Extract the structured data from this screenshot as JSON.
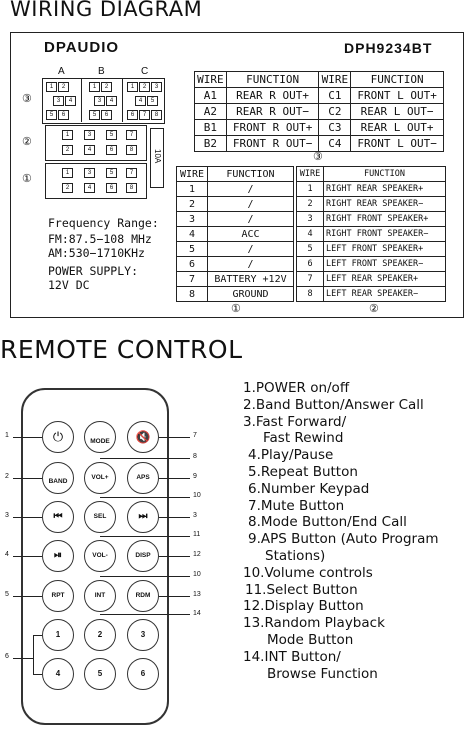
{
  "wiring": {
    "title": "WIRING DIAGRAM",
    "brand": "DPAUDIO",
    "model": "DPH9234BT",
    "connector_labels": {
      "a": "A",
      "b": "B",
      "c": "C",
      "fuse": "10A"
    },
    "markers": {
      "one": "①",
      "two": "②",
      "three": "③"
    },
    "table_top": {
      "headers": [
        "WIRE",
        "FUNCTION",
        "WIRE",
        "FUNCTION"
      ],
      "rows": [
        [
          "A1",
          "REAR R OUT+",
          "C1",
          "FRONT L OUT+"
        ],
        [
          "A2",
          "REAR R OUT−",
          "C2",
          "REAR L OUT−"
        ],
        [
          "B1",
          "FRONT R OUT+",
          "C3",
          "REAR L OUT+"
        ],
        [
          "B2",
          "FRONT R OUT−",
          "C4",
          "FRONT L OUT−"
        ]
      ]
    },
    "table_1": {
      "headers": [
        "WIRE",
        "FUNCTION"
      ],
      "rows": [
        [
          "1",
          "/"
        ],
        [
          "2",
          "/"
        ],
        [
          "3",
          "/"
        ],
        [
          "4",
          "ACC"
        ],
        [
          "5",
          "/"
        ],
        [
          "6",
          "/"
        ],
        [
          "7",
          "BATTERY +12V"
        ],
        [
          "8",
          "GROUND"
        ]
      ]
    },
    "table_2": {
      "headers": [
        "WIRE",
        "FUNCTION"
      ],
      "rows": [
        [
          "1",
          "RIGHT REAR SPEAKER+"
        ],
        [
          "2",
          "RIGHT REAR SPEAKER−"
        ],
        [
          "3",
          "RIGHT FRONT SPEAKER+"
        ],
        [
          "4",
          "RIGHT FRONT SPEAKER−"
        ],
        [
          "5",
          "LEFT FRONT SPEAKER+"
        ],
        [
          "6",
          "LEFT FRONT SPEAKER−"
        ],
        [
          "7",
          "LEFT REAR SPEAKER+"
        ],
        [
          "8",
          "LEFT REAR SPEAKER−"
        ]
      ]
    },
    "freq_label": "Frequency Range:",
    "fm": "FM:87.5−108 MHz",
    "am": "AM:530−1710KHz",
    "power_label": "POWER SUPPLY:",
    "power_value": "12V DC"
  },
  "remote": {
    "title": "REMOTE CONTROL",
    "buttons": {
      "power": "⏻",
      "mode": "MODE",
      "mute": "🔇",
      "band": "BAND",
      "volup": "VOL+",
      "aps": "APS",
      "prev": "⏮",
      "sel": "SEL",
      "next": "⏭",
      "play": "⏯",
      "voldown": "VOL-",
      "disp": "DISP",
      "rpt": "RPT",
      "int": "INT",
      "rdm": "RDM",
      "n1": "1",
      "n2": "2",
      "n3": "3",
      "n4": "4",
      "n5": "5",
      "n6": "6"
    },
    "callouts": [
      "1",
      "2",
      "3",
      "4",
      "5",
      "6",
      "7",
      "8",
      "9",
      "10",
      "3",
      "11",
      "12",
      "10",
      "13",
      "14"
    ],
    "legend": [
      "1.POWER on/off",
      "2.Band Button/Answer Call",
      "3.Fast Forward/",
      "   Fast Rewind",
      "4.Play/Pause",
      "5.Repeat Button",
      "6.Number Keypad",
      "7.Mute Button",
      "8.Mode Button/End Call",
      "9.APS Button (Auto Program",
      "   Stations)",
      "10.Volume controls",
      "11.Select Button",
      "12.Display Button",
      "13.Random Playback",
      "   Mode Button",
      "14.INT Button/",
      "   Browse Function"
    ]
  }
}
